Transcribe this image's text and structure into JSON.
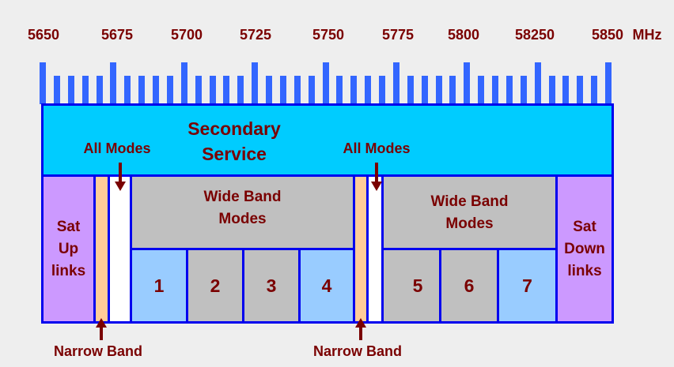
{
  "scale": {
    "labels": [
      "5650",
      "5675",
      "5700",
      "5725",
      "5750",
      "5775",
      "5800",
      "58250",
      "5850"
    ],
    "unit": "MHz"
  },
  "secondary": {
    "line1": "Secondary",
    "line2": "Service"
  },
  "all_modes": [
    "All Modes",
    "All Modes"
  ],
  "narrow_band": [
    "Narrow Band",
    "Narrow Band"
  ],
  "sat_up": {
    "line1": "Sat",
    "line2": "Up",
    "line3": "links"
  },
  "sat_down": {
    "line1": "Sat",
    "line2": "Down",
    "line3": "links"
  },
  "wide_band": [
    {
      "line1": "Wide Band",
      "line2": "Modes"
    },
    {
      "line1": "Wide Band",
      "line2": "Modes"
    }
  ],
  "channels": [
    "1",
    "2",
    "3",
    "4",
    "5",
    "6",
    "7"
  ],
  "colors": {
    "secondary": "#00ccff",
    "sat": "#cc99ff",
    "narrow": "#ffcc99",
    "gray": "#c0c0c0",
    "lightblue": "#99ccff",
    "text": "#7a0000",
    "border": "#0000ee"
  }
}
